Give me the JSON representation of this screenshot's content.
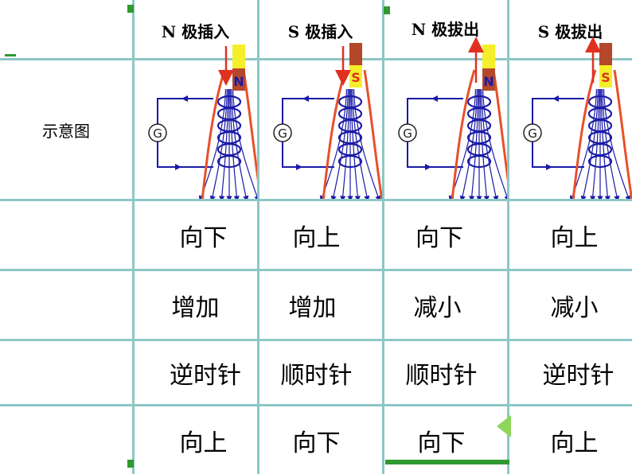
{
  "header": {
    "columns": [
      "N 极插入",
      "S 极插入",
      "N 极拔出",
      "S 极拔出"
    ]
  },
  "diagram_row": {
    "label": "示意图",
    "galvanometer_symbol": "G",
    "magnet_poles": [
      "N",
      "S",
      "N",
      "S"
    ]
  },
  "rows": [
    {
      "label": "",
      "values": [
        "向下",
        "向上",
        "向下",
        "向上"
      ]
    },
    {
      "label": "",
      "values": [
        "增加",
        "增加",
        "减小",
        "减小"
      ]
    },
    {
      "label": "",
      "values": [
        "逆时针",
        "顺时针",
        "顺时针",
        "逆时针"
      ]
    },
    {
      "label": "",
      "values": [
        "向上",
        "向下",
        "向下",
        "向上"
      ]
    }
  ],
  "colors": {
    "grid_line": "#8cc7c5",
    "field_line": "#1a1aa8",
    "induced_line": "#e8502a",
    "magnet_yellow": "#f5ee2a",
    "magnet_brown": "#b5472a",
    "arrow_red": "#e03020",
    "accent_green": "#2f9a2f"
  }
}
